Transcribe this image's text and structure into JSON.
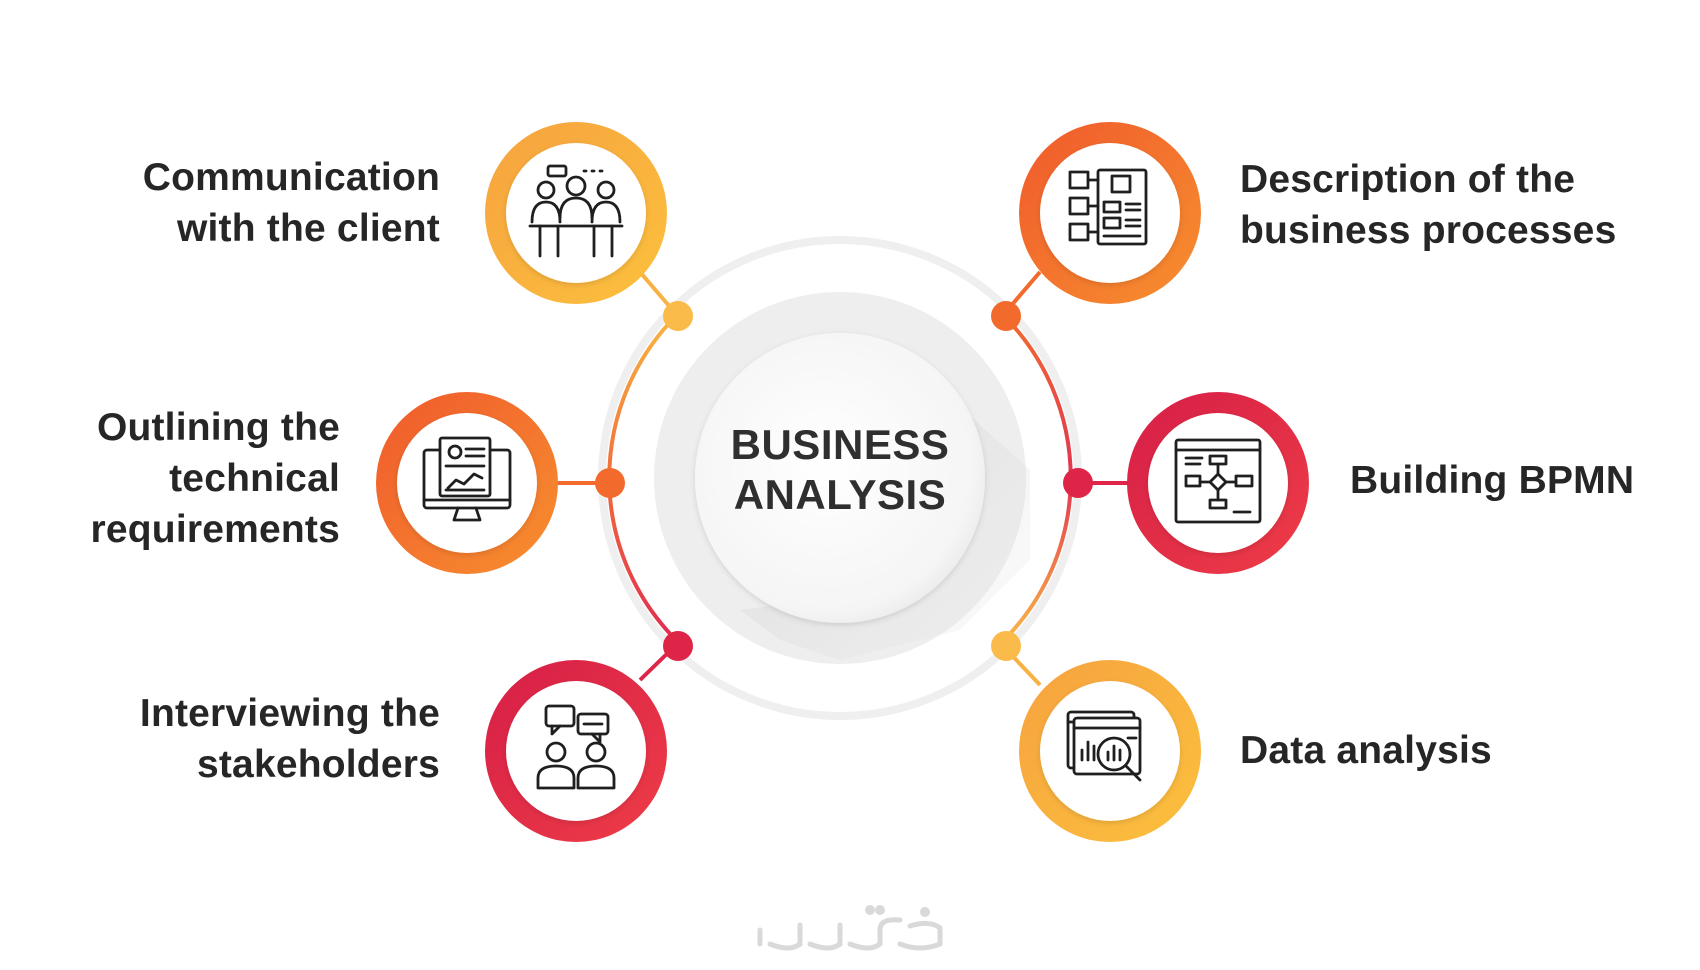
{
  "center": {
    "line1": "BUSINESS",
    "line2": "ANALYSIS"
  },
  "nodes": [
    {
      "id": "communication",
      "icon": "meeting-icon",
      "lines": [
        "Communication",
        "with the client"
      ],
      "color_start": "#f7a642",
      "color_end": "#fbbf3c"
    },
    {
      "id": "outlining",
      "icon": "monitor-document-icon",
      "lines": [
        "Outlining the",
        "technical",
        "requirements"
      ],
      "color_start": "#f05d2b",
      "color_end": "#f68b2f"
    },
    {
      "id": "interviewing",
      "icon": "chat-people-icon",
      "lines": [
        "Interviewing the",
        "stakeholders"
      ],
      "color_start": "#e2264c",
      "color_end": "#f34b3c"
    },
    {
      "id": "description",
      "icon": "process-board-icon",
      "lines": [
        "Description of the",
        "business processes"
      ],
      "color_start": "#f05d2b",
      "color_end": "#f68b2f"
    },
    {
      "id": "bpmn",
      "icon": "flowchart-icon",
      "lines": [
        "Building BPMN"
      ],
      "color_start": "#d81e48",
      "color_end": "#ea3e4b"
    },
    {
      "id": "data",
      "icon": "data-magnifier-icon",
      "lines": [
        "Data analysis"
      ],
      "color_start": "#f7a642",
      "color_end": "#fbbf3c"
    }
  ],
  "watermark": {
    "text": "خمسات",
    "color": "#d8d8d8"
  },
  "colors": {
    "orange_light": "#f8ad3f",
    "orange_mid": "#f26b2d",
    "red": "#de2547",
    "ring_grey": "#efefef",
    "icon_stroke": "#1f1f1f"
  }
}
